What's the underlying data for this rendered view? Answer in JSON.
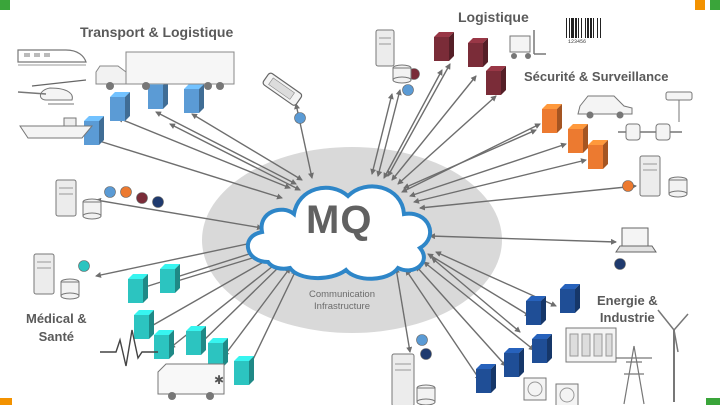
{
  "labels": {
    "transport": "Transport & Logistique",
    "logistique": "Logistique",
    "securite": "Sécurité & Surveillance",
    "energie": "Energie &\nIndustrie",
    "medical": "Médical &\nSanté",
    "mq": "MQ",
    "infrastructure": "Communication\nInfrastructure",
    "barcode_number": "123456"
  },
  "colors": {
    "slide_accent_green": "#3aa53a",
    "slide_accent_orange": "#f39200",
    "transport_blue": "#5b9bd5",
    "logistique_maroon": "#7a2c38",
    "securite_orange": "#ec7a30",
    "energie_navy": "#1f4e96",
    "medical_teal": "#2cc4c0",
    "cloud_outline": "#2e86c8",
    "halo_gray": "#d9d9d9",
    "arrow_gray": "#6e6e6e",
    "dot_maroon": "#7a2c38",
    "dot_light_blue": "#5b9bd5",
    "dot_orange": "#ec7a30",
    "dot_navy": "#1f3a6e",
    "dot_teal": "#2cc4c0"
  },
  "icons": {
    "transport": [
      "train-icon",
      "truck-icon",
      "helicopter-icon",
      "ship-icon"
    ],
    "logistique": [
      "forklift-icon",
      "barcode-icon"
    ],
    "securite": [
      "police-car-icon",
      "surveillance-camera-icon",
      "sensor-pipeline-icon"
    ],
    "energie": [
      "wind-turbine-icon",
      "power-pylon-icon",
      "control-panel-icon",
      "gauge-icon"
    ],
    "medical": [
      "heartbeat-icon",
      "ambulance-icon"
    ],
    "central": [
      "cloud-icon",
      "server-icon",
      "mobile-device-icon",
      "laptop-icon"
    ]
  }
}
